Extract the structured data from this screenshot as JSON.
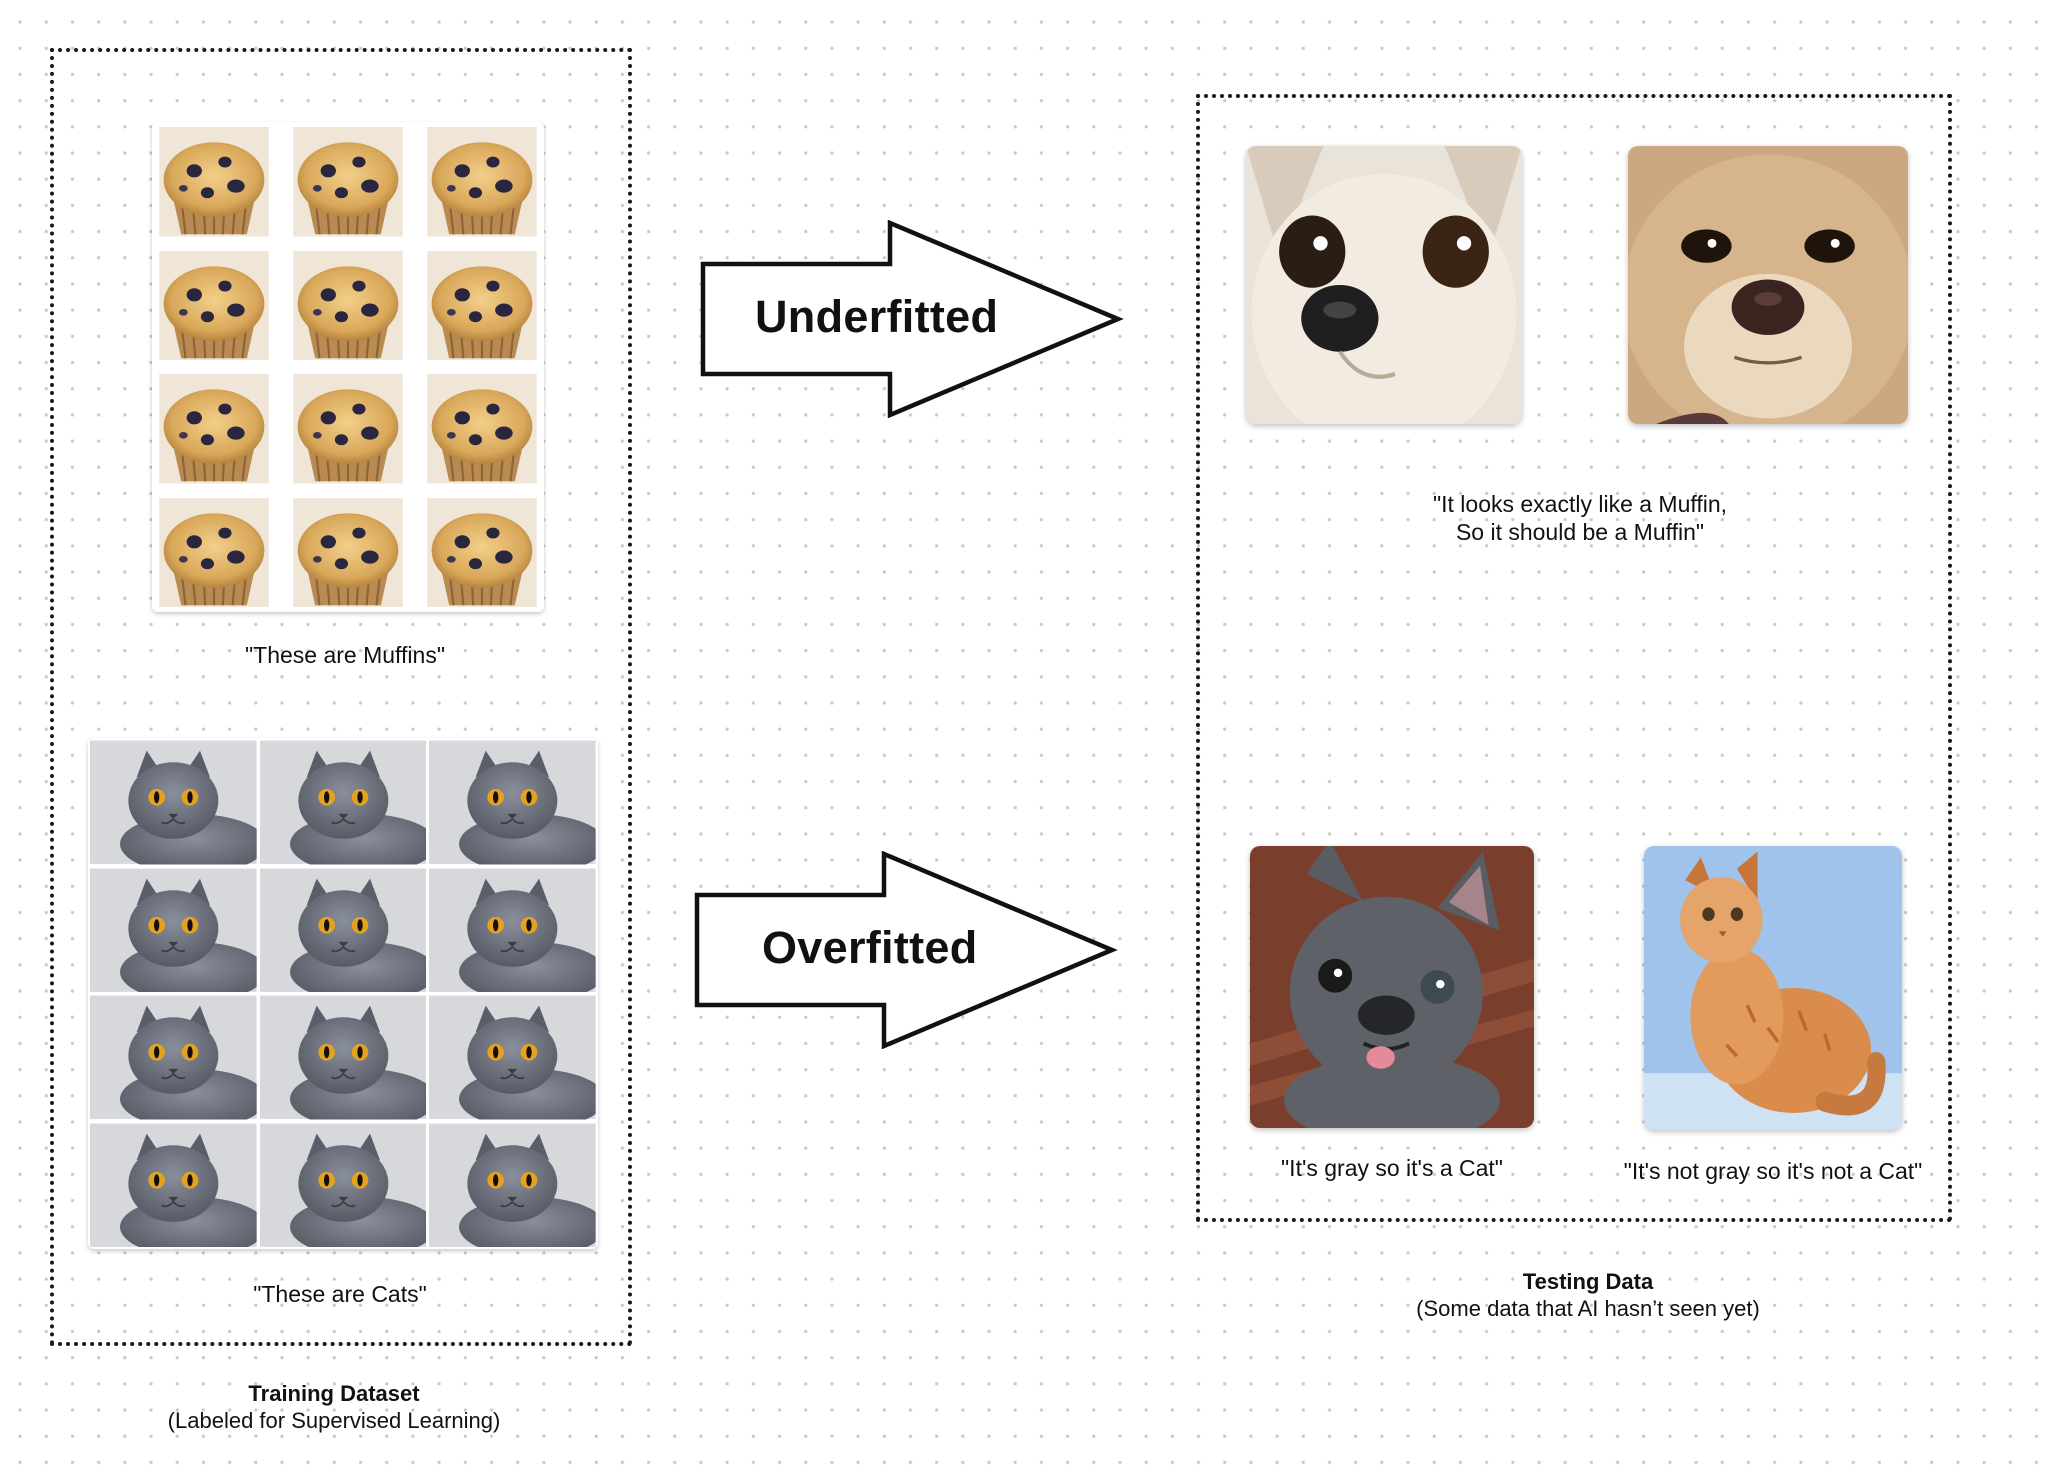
{
  "training": {
    "muffins_caption": "\"These are Muffins\"",
    "cats_caption": "\"These are Cats\"",
    "title": "Training Dataset",
    "subtitle": "(Labeled for Supervised Learning)"
  },
  "arrows": {
    "underfitted": "Underfitted",
    "overfitted": "Overfitted"
  },
  "testing": {
    "chihuahua_caption_line1": "\"It looks exactly like a Muffin,",
    "chihuahua_caption_line2": "So it should be a Muffin\"",
    "bulldog_caption": "\"It's gray so it's a Cat\"",
    "orange_cat_caption": "\"It's not gray so it's not a Cat\"",
    "title": "Testing Data",
    "subtitle": "(Some data that AI hasn’t seen yet)"
  },
  "colors": {
    "frame": "#1a1a1a",
    "muffin": "#d9a85a",
    "blueberry": "#2a2640",
    "cat_gray": "#6e7380",
    "cat_eye": "#e6a21f",
    "chihuahua_white": "#f1ebe2",
    "chihuahua_tan": "#d6b58c",
    "bulldog_gray": "#5f6168",
    "orange_cat": "#d98c4c",
    "sky_blue": "#9fc3ea"
  }
}
